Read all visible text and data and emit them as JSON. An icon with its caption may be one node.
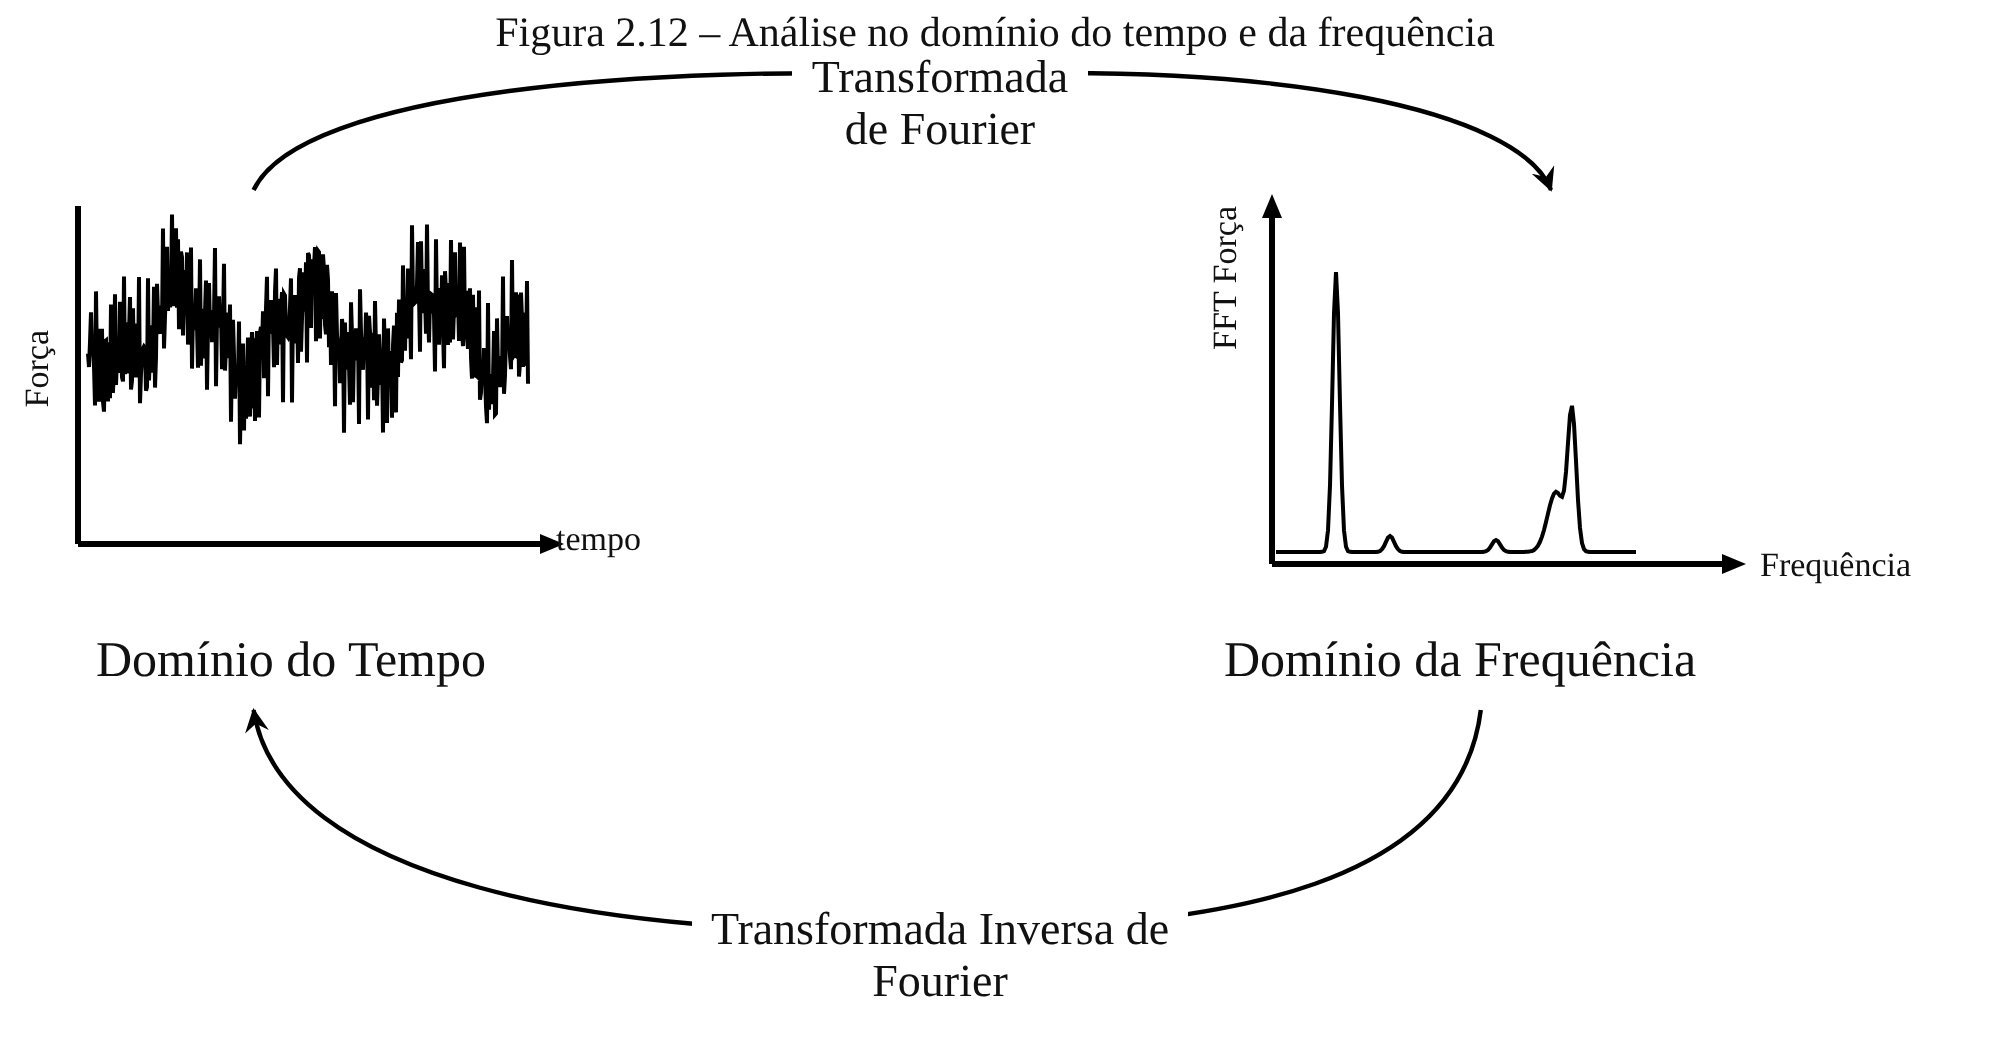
{
  "diagram": {
    "title": "Figura 2.12 – Análise no domínio do tempo e da frequência",
    "nodes": [
      {
        "text": [
          "Força",
          "tempo",
          "Domínio do Tempo"
        ]
      },
      {
        "text": [
          "FFT Força",
          "Frequência",
          "Domínio da Frequência"
        ]
      }
    ],
    "edges": [
      {
        "from": 0,
        "to": 1,
        "arrow": "to",
        "label": "Transformada de Fourier"
      },
      {
        "from": 1,
        "to": 0,
        "arrow": "to",
        "label": "Transformada Inversa de Fourier"
      }
    ]
  }
}
